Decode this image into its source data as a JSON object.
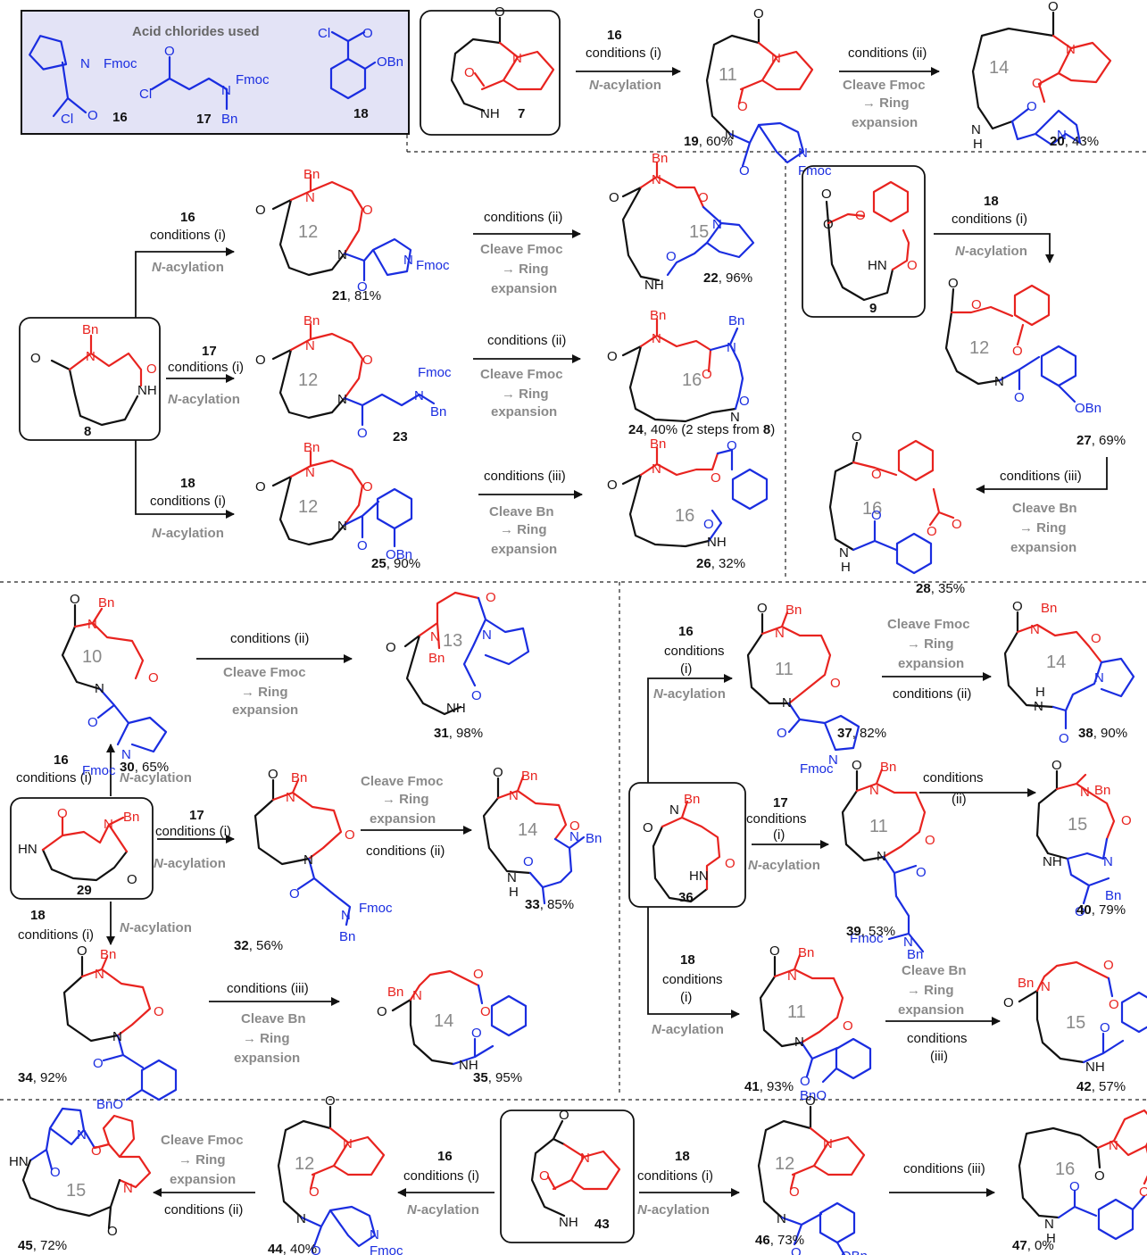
{
  "legend": {
    "title": "Acid chlorides used",
    "fill_color": "#e3e3f6",
    "items": [
      {
        "id": "16",
        "groups": [
          "Fmoc",
          "Cl",
          "O"
        ]
      },
      {
        "id": "17",
        "groups": [
          "Fmoc",
          "Cl",
          "O",
          "N",
          "Bn"
        ]
      },
      {
        "id": "18",
        "groups": [
          "Cl",
          "O",
          "OBn"
        ]
      }
    ]
  },
  "colors": {
    "substrate": "#e8231f",
    "acyl": "#1a2de0",
    "grey_text": "#8a8a8a"
  },
  "conditions": {
    "c1": "conditions (i)",
    "c2": "conditions (ii)",
    "c3": "conditions (iii)",
    "conditions_word": "conditions",
    "i_word": "(i)",
    "ii_word": "(ii)",
    "iii_word": "(iii)",
    "nacyl_n": "N",
    "nacyl_rest": "-acylation",
    "cleave_fmoc": "Cleave Fmoc",
    "cleave_bn": "Cleave Bn",
    "ring": "→ Ring",
    "expansion": "expansion"
  },
  "compounds": {
    "c7": {
      "num": "7"
    },
    "c8": {
      "num": "8"
    },
    "c9": {
      "num": "9"
    },
    "c19": {
      "num": "19",
      "yield": ", 60%",
      "ring": "11"
    },
    "c20": {
      "num": "20",
      "yield": ", 43%",
      "ring": "14"
    },
    "c21": {
      "num": "21",
      "yield": ", 81%",
      "ring": "12"
    },
    "c22": {
      "num": "22",
      "yield": ", 96%",
      "ring": "15"
    },
    "c23": {
      "num": "23",
      "ring": "12"
    },
    "c24": {
      "num": "24",
      "yield": ", 40% (2 steps from ",
      "yield_ref": "8",
      "yield_end": ")",
      "ring": "16"
    },
    "c25": {
      "num": "25",
      "yield": ", 90%",
      "ring": "12"
    },
    "c26": {
      "num": "26",
      "yield": ", 32%",
      "ring": "16"
    },
    "c27": {
      "num": "27",
      "yield": ", 69%",
      "ring": "12"
    },
    "c28": {
      "num": "28",
      "yield": ", 35%",
      "ring": "16"
    },
    "c29": {
      "num": "29"
    },
    "c30": {
      "num": "30",
      "yield": ", 65%",
      "ring": "10"
    },
    "c31": {
      "num": "31",
      "yield": ", 98%",
      "ring": "13"
    },
    "c32": {
      "num": "32",
      "yield": ", 56%"
    },
    "c33": {
      "num": "33",
      "yield": ", 85%",
      "ring": "14"
    },
    "c34": {
      "num": "34",
      "yield": ", 92%"
    },
    "c35": {
      "num": "35",
      "yield": ", 95%",
      "ring": "14"
    },
    "c36": {
      "num": "36"
    },
    "c37": {
      "num": "37",
      "yield": ", 82%",
      "ring": "11"
    },
    "c38": {
      "num": "38",
      "yield": ", 90%",
      "ring": "14"
    },
    "c39": {
      "num": "39",
      "yield": ", 53%",
      "ring": "11"
    },
    "c40": {
      "num": "40",
      "yield": ", 79%",
      "ring": "15"
    },
    "c41": {
      "num": "41",
      "yield": ", 93%",
      "ring": "11"
    },
    "c42": {
      "num": "42",
      "yield": ", 57%",
      "ring": "15"
    },
    "c43": {
      "num": "43"
    },
    "c44": {
      "num": "44",
      "yield": ", 40%",
      "ring": "12"
    },
    "c45": {
      "num": "45",
      "yield": ", 72%",
      "ring": "15"
    },
    "c46": {
      "num": "46",
      "yield": ", 73%",
      "ring": "12"
    },
    "c47": {
      "num": "47",
      "yield": ", 0%",
      "ring": "16"
    }
  },
  "atoms": {
    "O": "O",
    "N": "N",
    "NH": "NH",
    "HN": "HN",
    "H": "H",
    "Bn": "Bn",
    "Fmoc": "Fmoc",
    "OBn": "OBn",
    "BnO": "BnO",
    "Cl": "Cl"
  }
}
